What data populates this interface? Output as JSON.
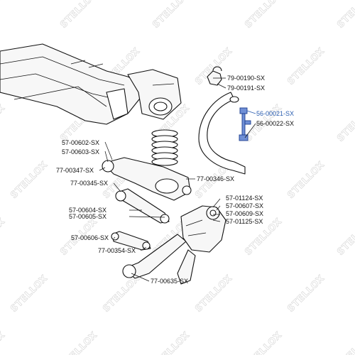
{
  "watermark": "STELLOX",
  "parts": [
    {
      "id": "p1",
      "code": "79-00190-SX"
    },
    {
      "id": "p2",
      "code": "79-00191-SX"
    },
    {
      "id": "p3",
      "code": "56-00021-SX",
      "highlight": true
    },
    {
      "id": "p4",
      "code": "56-00022-SX"
    },
    {
      "id": "p5",
      "code": "57-00602-SX"
    },
    {
      "id": "p6",
      "code": "57-00603-SX"
    },
    {
      "id": "p7",
      "code": "77-00347-SX"
    },
    {
      "id": "p8",
      "code": "77-00346-SX"
    },
    {
      "id": "p9",
      "code": "77-00345-SX"
    },
    {
      "id": "p10",
      "code": "57-01124-SX"
    },
    {
      "id": "p11",
      "code": "57-00607-SX"
    },
    {
      "id": "p12",
      "code": "57-00604-SX"
    },
    {
      "id": "p13",
      "code": "57-00605-SX"
    },
    {
      "id": "p14",
      "code": "57-00609-SX"
    },
    {
      "id": "p15",
      "code": "57-01125-SX"
    },
    {
      "id": "p16",
      "code": "57-00606-SX"
    },
    {
      "id": "p17",
      "code": "77-00354-SX"
    },
    {
      "id": "p18",
      "code": "77-00635-SX"
    }
  ],
  "colors": {
    "highlight": "#2a5db0",
    "line": "#111111",
    "watermark": "#d4d4d4"
  }
}
